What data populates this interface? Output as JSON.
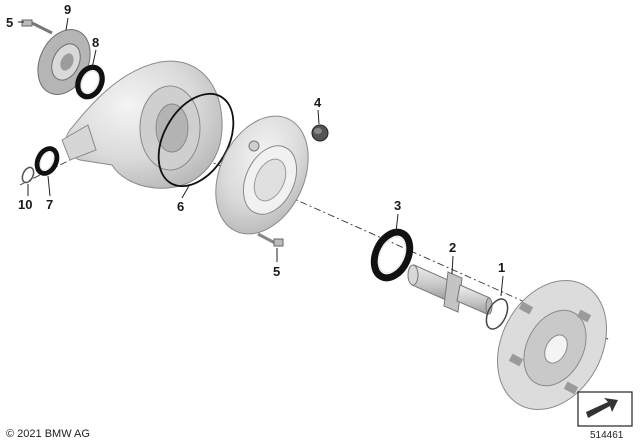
{
  "diagram": {
    "callouts": {
      "c1": "1",
      "c2": "2",
      "c3": "3",
      "c4": "4",
      "c5a": "5",
      "c5b": "5",
      "c6": "6",
      "c7": "7",
      "c8": "8",
      "c9": "9",
      "c10": "10"
    }
  },
  "footer": {
    "copyright": "© 2021 BMW AG",
    "reference": "514461"
  },
  "colors": {
    "part_fill": "#e2e2e2",
    "part_shade": "#a9a9a9",
    "seal_black": "#111111"
  }
}
